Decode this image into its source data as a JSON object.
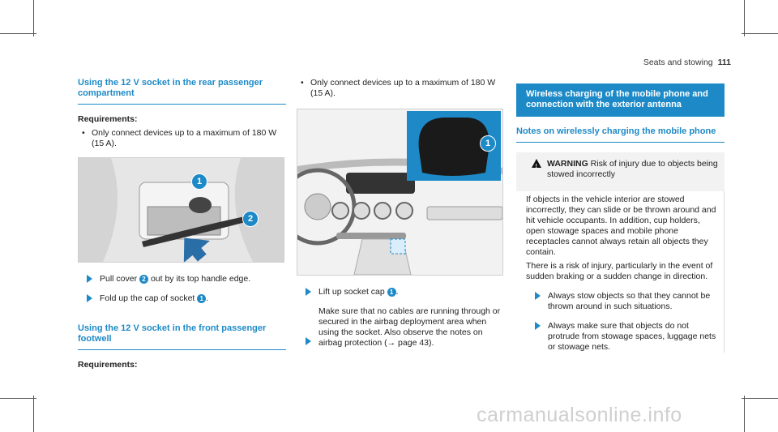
{
  "header": {
    "section": "Seats and stowing",
    "page": "111"
  },
  "col1": {
    "heading": "Using the 12 V socket in the rear passenger compartment",
    "req_label": "Requirements:",
    "req_bullet": "Only connect devices up to a maximum of 180 W (15 A).",
    "figure_labels": [
      "1",
      "2"
    ],
    "step1_pre": "Pull cover ",
    "step1_num": "2",
    "step1_post": " out by its top handle edge.",
    "step2_pre": "Fold up the cap of socket ",
    "step2_num": "1",
    "step2_post": ".",
    "heading2": "Using the 12 V socket in the front passenger footwell",
    "req_label2": "Requirements:"
  },
  "col2": {
    "req_bullet": "Only connect devices up to a maximum of 180 W (15 A).",
    "figure_label": "1",
    "step1_pre": "Lift up socket cap ",
    "step1_num": "1",
    "step1_post": ".",
    "step2": "Make sure that no cables are running through or secured in the airbag deployment area when using the socket. Also observe the notes on airbag protection (→ page 43)."
  },
  "col3": {
    "box_title": "Wireless charging of the mobile phone and connection with the exterior antenna",
    "heading": "Notes on wirelessly charging the mobile phone",
    "warning_label": "WARNING",
    "warning_text": "Risk of injury due to objects being stowed incorrectly",
    "para1": "If objects in the vehicle interior are stowed incorrectly, they can slide or be thrown around and hit vehicle occupants. In addition, cup holders, open stowage spaces and mobile phone receptacles cannot always retain all objects they contain.",
    "para2": "There is a risk of injury, particularly in the event of sudden braking or a sudden change in direction.",
    "step1": "Always stow objects so that they cannot be thrown around in such situations.",
    "step2": "Always make sure that objects do not protrude from stowage spaces, luggage nets or stowage nets."
  },
  "watermark": "carmanualsonline.info",
  "colors": {
    "accent": "#1d8ac7"
  }
}
